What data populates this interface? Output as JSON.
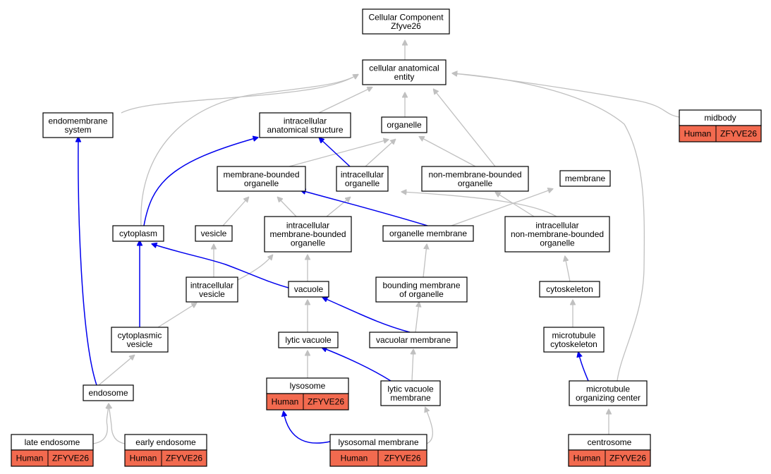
{
  "colors": {
    "is_a_edge": "#c0c0c0",
    "part_of_edge": "#0000ee",
    "annotation_fill": "#f26a4f",
    "node_fill": "#ffffff"
  },
  "nodes": {
    "root": {
      "lines": [
        "Cellular Component",
        "Zfyve26"
      ]
    },
    "cae": {
      "lines": [
        "cellular anatomical",
        "entity"
      ]
    },
    "endomembrane": {
      "lines": [
        "endomembrane",
        "system"
      ]
    },
    "ias": {
      "lines": [
        "intracellular",
        "anatomical structure"
      ]
    },
    "organelle": {
      "lines": [
        "organelle"
      ]
    },
    "midbody": {
      "lines": [
        "midbody"
      ],
      "annotation": [
        "Human",
        "ZFYVE26"
      ]
    },
    "mbo": {
      "lines": [
        "membrane-bounded",
        "organelle"
      ]
    },
    "intraorg": {
      "lines": [
        "intracellular",
        "organelle"
      ]
    },
    "nmbo": {
      "lines": [
        "non-membrane-bounded",
        "organelle"
      ]
    },
    "membrane": {
      "lines": [
        "membrane"
      ]
    },
    "cytoplasm": {
      "lines": [
        "cytoplasm"
      ]
    },
    "vesicle": {
      "lines": [
        "vesicle"
      ]
    },
    "imbo": {
      "lines": [
        "intracellular",
        "membrane-bounded",
        "organelle"
      ]
    },
    "orgmem": {
      "lines": [
        "organelle membrane"
      ]
    },
    "inmbo": {
      "lines": [
        "intracellular",
        "non-membrane-bounded",
        "organelle"
      ]
    },
    "intravesicle": {
      "lines": [
        "intracellular",
        "vesicle"
      ]
    },
    "vacuole": {
      "lines": [
        "vacuole"
      ]
    },
    "bmo": {
      "lines": [
        "bounding membrane",
        "of organelle"
      ]
    },
    "cytoskeleton": {
      "lines": [
        "cytoskeleton"
      ]
    },
    "cytovesicle": {
      "lines": [
        "cytoplasmic",
        "vesicle"
      ]
    },
    "lyticvac": {
      "lines": [
        "lytic vacuole"
      ]
    },
    "vacmem": {
      "lines": [
        "vacuolar membrane"
      ]
    },
    "mtcyto": {
      "lines": [
        "microtubule",
        "cytoskeleton"
      ]
    },
    "endosome": {
      "lines": [
        "endosome"
      ]
    },
    "lysosome": {
      "lines": [
        "lysosome"
      ],
      "annotation": [
        "Human",
        "ZFYVE26"
      ]
    },
    "lvm": {
      "lines": [
        "lytic vacuole",
        "membrane"
      ]
    },
    "mtoc": {
      "lines": [
        "microtubule",
        "organizing center"
      ]
    },
    "lateendo": {
      "lines": [
        "late endosome"
      ],
      "annotation": [
        "Human",
        "ZFYVE26"
      ]
    },
    "earlyendo": {
      "lines": [
        "early endosome"
      ],
      "annotation": [
        "Human",
        "ZFYVE26"
      ]
    },
    "lysomem": {
      "lines": [
        "lysosomal membrane"
      ],
      "annotation": [
        "Human",
        "ZFYVE26"
      ]
    },
    "centrosome": {
      "lines": [
        "centrosome"
      ],
      "annotation": [
        "Human",
        "ZFYVE26"
      ]
    }
  }
}
